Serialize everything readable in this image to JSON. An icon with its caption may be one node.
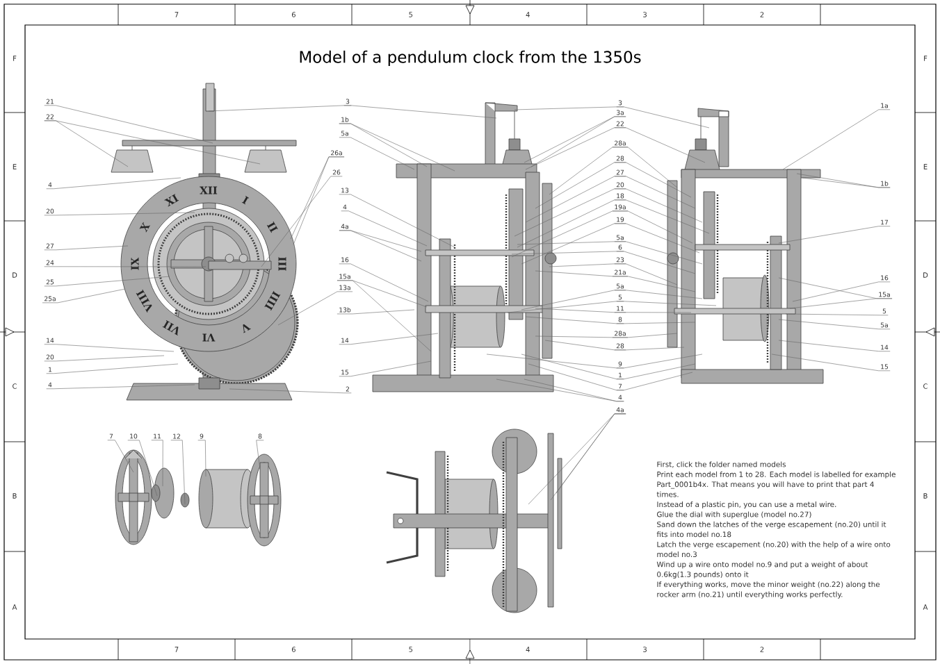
{
  "diagram": {
    "title": "Model of a pendulum clock from the 1350s",
    "nodes": [
      {
        "text": [
          "21"
        ]
      },
      {
        "text": [
          "22"
        ]
      },
      {
        "text": [
          "4"
        ]
      },
      {
        "text": [
          "20"
        ]
      },
      {
        "text": [
          "27"
        ]
      },
      {
        "text": [
          "24"
        ]
      },
      {
        "text": [
          "25"
        ]
      },
      {
        "text": [
          "25a"
        ]
      },
      {
        "text": [
          "14"
        ]
      },
      {
        "text": [
          "20"
        ]
      },
      {
        "text": [
          "1"
        ]
      },
      {
        "text": [
          "4"
        ]
      },
      {
        "text": [
          "3"
        ]
      },
      {
        "text": [
          "1b"
        ]
      },
      {
        "text": [
          "5a"
        ]
      },
      {
        "text": [
          "26a"
        ]
      },
      {
        "text": [
          "26"
        ]
      },
      {
        "text": [
          "13"
        ]
      },
      {
        "text": [
          "4"
        ]
      },
      {
        "text": [
          "4a"
        ]
      },
      {
        "text": [
          "16"
        ]
      },
      {
        "text": [
          "15a"
        ]
      },
      {
        "text": [
          "13a"
        ]
      },
      {
        "text": [
          "13b"
        ]
      },
      {
        "text": [
          "14"
        ]
      },
      {
        "text": [
          "15"
        ]
      },
      {
        "text": [
          "2"
        ]
      },
      {
        "text": [
          "3"
        ]
      },
      {
        "text": [
          "3a"
        ]
      },
      {
        "text": [
          "22"
        ]
      },
      {
        "text": [
          "28a"
        ]
      },
      {
        "text": [
          "28"
        ]
      },
      {
        "text": [
          "27"
        ]
      },
      {
        "text": [
          "20"
        ]
      },
      {
        "text": [
          "18"
        ]
      },
      {
        "text": [
          "19a"
        ]
      },
      {
        "text": [
          "19"
        ]
      },
      {
        "text": [
          "5a"
        ]
      },
      {
        "text": [
          "6"
        ]
      },
      {
        "text": [
          "23"
        ]
      },
      {
        "text": [
          "21a"
        ]
      },
      {
        "text": [
          "5a"
        ]
      },
      {
        "text": [
          "5"
        ]
      },
      {
        "text": [
          "11"
        ]
      },
      {
        "text": [
          "8"
        ]
      },
      {
        "text": [
          "28a"
        ]
      },
      {
        "text": [
          "28"
        ]
      },
      {
        "text": [
          "9"
        ]
      },
      {
        "text": [
          "1"
        ]
      },
      {
        "text": [
          "7"
        ]
      },
      {
        "text": [
          "4"
        ]
      },
      {
        "text": [
          "4a"
        ]
      },
      {
        "text": [
          "1a"
        ]
      },
      {
        "text": [
          "1b"
        ]
      },
      {
        "text": [
          "17"
        ]
      },
      {
        "text": [
          "16"
        ]
      },
      {
        "text": [
          "15a"
        ]
      },
      {
        "text": [
          "5"
        ]
      },
      {
        "text": [
          "5a"
        ]
      },
      {
        "text": [
          "14"
        ]
      },
      {
        "text": [
          "15"
        ]
      },
      {
        "text": [
          "7"
        ]
      },
      {
        "text": [
          "10"
        ]
      },
      {
        "text": [
          "11"
        ]
      },
      {
        "text": [
          "12"
        ]
      },
      {
        "text": [
          "9"
        ]
      },
      {
        "text": [
          "8"
        ]
      }
    ],
    "edges": [
      {
        "from": 0,
        "to": null,
        "arrow": "none"
      },
      {
        "from": 1,
        "to": null,
        "arrow": "none"
      },
      {
        "from": 1,
        "to": null,
        "arrow": "none"
      },
      {
        "from": 2,
        "to": null,
        "arrow": "none"
      },
      {
        "from": 3,
        "to": null,
        "arrow": "none"
      },
      {
        "from": 4,
        "to": null,
        "arrow": "none"
      },
      {
        "from": 5,
        "to": null,
        "arrow": "none"
      },
      {
        "from": 6,
        "to": null,
        "arrow": "none"
      },
      {
        "from": 7,
        "to": null,
        "arrow": "none"
      },
      {
        "from": 8,
        "to": null,
        "arrow": "none"
      },
      {
        "from": 9,
        "to": null,
        "arrow": "none"
      },
      {
        "from": 10,
        "to": null,
        "arrow": "none"
      },
      {
        "from": 11,
        "to": null,
        "arrow": "none"
      },
      {
        "from": 12,
        "to": null,
        "arrow": "none"
      },
      {
        "from": 12,
        "to": null,
        "arrow": "none"
      },
      {
        "from": 13,
        "to": null,
        "arrow": "none"
      },
      {
        "from": 13,
        "to": null,
        "arrow": "none"
      },
      {
        "from": 14,
        "to": null,
        "arrow": "none"
      },
      {
        "from": 15,
        "to": null,
        "arrow": "none"
      },
      {
        "from": 15,
        "to": null,
        "arrow": "none"
      },
      {
        "from": 16,
        "to": null,
        "arrow": "none"
      },
      {
        "from": 17,
        "to": null,
        "arrow": "none"
      },
      {
        "from": 18,
        "to": null,
        "arrow": "none"
      },
      {
        "from": 19,
        "to": null,
        "arrow": "none"
      },
      {
        "from": 19,
        "to": null,
        "arrow": "none"
      },
      {
        "from": 20,
        "to": null,
        "arrow": "none"
      },
      {
        "from": 21,
        "to": null,
        "arrow": "none"
      },
      {
        "from": 21,
        "to": null,
        "arrow": "none"
      },
      {
        "from": 22,
        "to": null,
        "arrow": "none"
      },
      {
        "from": 23,
        "to": null,
        "arrow": "none"
      },
      {
        "from": 24,
        "to": null,
        "arrow": "none"
      },
      {
        "from": 25,
        "to": null,
        "arrow": "none"
      },
      {
        "from": 26,
        "to": null,
        "arrow": "none"
      },
      {
        "from": 27,
        "to": null,
        "arrow": "none"
      },
      {
        "from": 27,
        "to": null,
        "arrow": "none"
      },
      {
        "from": 28,
        "to": null,
        "arrow": "none"
      },
      {
        "from": 28,
        "to": null,
        "arrow": "none"
      },
      {
        "from": 29,
        "to": null,
        "arrow": "none"
      },
      {
        "from": 29,
        "to": null,
        "arrow": "none"
      },
      {
        "from": 30,
        "to": null,
        "arrow": "none"
      },
      {
        "from": 30,
        "to": null,
        "arrow": "none"
      },
      {
        "from": 31,
        "to": null,
        "arrow": "none"
      },
      {
        "from": 31,
        "to": null,
        "arrow": "none"
      },
      {
        "from": 32,
        "to": null,
        "arrow": "none"
      },
      {
        "from": 32,
        "to": null,
        "arrow": "none"
      },
      {
        "from": 33,
        "to": null,
        "arrow": "none"
      },
      {
        "from": 33,
        "to": null,
        "arrow": "none"
      },
      {
        "from": 34,
        "to": null,
        "arrow": "none"
      },
      {
        "from": 34,
        "to": null,
        "arrow": "none"
      },
      {
        "from": 35,
        "to": null,
        "arrow": "none"
      },
      {
        "from": 35,
        "to": null,
        "arrow": "none"
      },
      {
        "from": 36,
        "to": null,
        "arrow": "none"
      },
      {
        "from": 36,
        "to": null,
        "arrow": "none"
      },
      {
        "from": 37,
        "to": null,
        "arrow": "none"
      },
      {
        "from": 37,
        "to": null,
        "arrow": "none"
      },
      {
        "from": 38,
        "to": null,
        "arrow": "none"
      },
      {
        "from": 38,
        "to": null,
        "arrow": "none"
      },
      {
        "from": 39,
        "to": null,
        "arrow": "none"
      },
      {
        "from": 39,
        "to": null,
        "arrow": "none"
      },
      {
        "from": 40,
        "to": null,
        "arrow": "none"
      },
      {
        "from": 40,
        "to": null,
        "arrow": "none"
      },
      {
        "from": 41,
        "to": null,
        "arrow": "none"
      },
      {
        "from": 41,
        "to": null,
        "arrow": "none"
      },
      {
        "from": 42,
        "to": null,
        "arrow": "none"
      },
      {
        "from": 42,
        "to": null,
        "arrow": "none"
      },
      {
        "from": 43,
        "to": null,
        "arrow": "none"
      },
      {
        "from": 43,
        "to": null,
        "arrow": "none"
      },
      {
        "from": 44,
        "to": null,
        "arrow": "none"
      },
      {
        "from": 44,
        "to": null,
        "arrow": "none"
      },
      {
        "from": 45,
        "to": null,
        "arrow": "none"
      },
      {
        "from": 45,
        "to": null,
        "arrow": "none"
      },
      {
        "from": 46,
        "to": null,
        "arrow": "none"
      },
      {
        "from": 46,
        "to": null,
        "arrow": "none"
      },
      {
        "from": 47,
        "to": null,
        "arrow": "none"
      },
      {
        "from": 47,
        "to": null,
        "arrow": "none"
      },
      {
        "from": 48,
        "to": null,
        "arrow": "none"
      },
      {
        "from": 48,
        "to": null,
        "arrow": "none"
      },
      {
        "from": 49,
        "to": null,
        "arrow": "none"
      },
      {
        "from": 49,
        "to": null,
        "arrow": "none"
      },
      {
        "from": 50,
        "to": null,
        "arrow": "none"
      },
      {
        "from": 50,
        "to": null,
        "arrow": "none"
      },
      {
        "from": 51,
        "to": null,
        "arrow": "none"
      },
      {
        "from": 51,
        "to": null,
        "arrow": "none"
      },
      {
        "from": 51,
        "to": null,
        "arrow": "none"
      },
      {
        "from": 52,
        "to": null,
        "arrow": "none"
      },
      {
        "from": 53,
        "to": null,
        "arrow": "none"
      },
      {
        "from": 53,
        "to": null,
        "arrow": "none"
      },
      {
        "from": 54,
        "to": null,
        "arrow": "none"
      },
      {
        "from": 55,
        "to": null,
        "arrow": "none"
      },
      {
        "from": 56,
        "to": null,
        "arrow": "none"
      },
      {
        "from": 56,
        "to": null,
        "arrow": "none"
      },
      {
        "from": 57,
        "to": null,
        "arrow": "none"
      },
      {
        "from": 58,
        "to": null,
        "arrow": "none"
      },
      {
        "from": 59,
        "to": null,
        "arrow": "none"
      },
      {
        "from": 60,
        "to": null,
        "arrow": "none"
      },
      {
        "from": 61,
        "to": null,
        "arrow": "none"
      },
      {
        "from": 62,
        "to": null,
        "arrow": "none"
      },
      {
        "from": 63,
        "to": null,
        "arrow": "none"
      },
      {
        "from": 64,
        "to": null,
        "arrow": "none"
      },
      {
        "from": 65,
        "to": null,
        "arrow": "none"
      },
      {
        "from": 66,
        "to": null,
        "arrow": "none"
      }
    ],
    "labels": [
      "7",
      "6",
      "5",
      "4",
      "3",
      "2",
      "F",
      "E",
      "D",
      "C",
      "B",
      "A",
      "F",
      "E",
      "D",
      "C",
      "B",
      "A",
      "XII",
      "I",
      "II",
      "III",
      "IIII",
      "V",
      "VI",
      "VII",
      "VIII",
      "IX",
      "X",
      "XI",
      "First, click the folder named models",
      "Print each model from 1 to 28. Each model is labelled for example Part_0001b4x. That means you will have to print that part 4 times.",
      "Instead of a plastic pin, you can use a metal wire.",
      "Glue the dial with superglue (model no.27)",
      "Sand down the latches of the verge escapement (no.20) until it fits into model no.18",
      "Latch the verge escapement (no.20) with the help of a wire onto model no.3",
      "Wind up a wire onto model no.9 and put a weight of about 0.6kg(1.3 pounds) onto it",
      "If everything works, move the minor weight (no.22) along the rocker arm (no.21) until everything works perfectly.",
      "7",
      "6",
      "5",
      "4",
      "3",
      "2"
    ]
  }
}
